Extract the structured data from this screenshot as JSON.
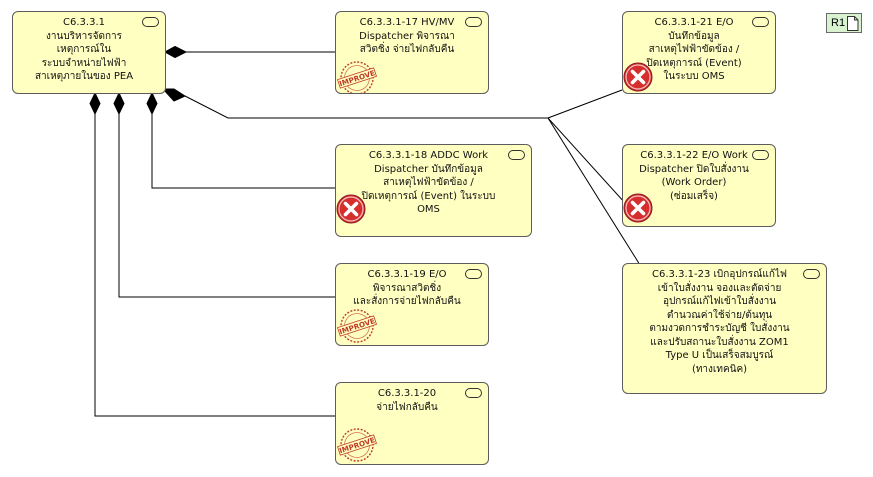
{
  "colors": {
    "node_fill": "#ffffc2",
    "node_border": "#5c5c5c",
    "connector": "#000000",
    "badge_fill": "#d9f2d0",
    "error_red": "#d62d2d",
    "stamp_red": "#c0392b"
  },
  "badge": {
    "label": "R1",
    "icon": "document-icon"
  },
  "nodes": {
    "root": {
      "lines": [
        "C6.3.3.1",
        "งานบริหารจัดการ",
        "เหตุการณ์ใน",
        "ระบบจำหน่ายไฟฟ้า",
        "สาเหตุภายในของ PEA"
      ]
    },
    "n17": {
      "lines": [
        "C6.3.3.1-17 HV/MV",
        "Dispatcher พิจารณา",
        "สวิตชิ่ง จ่ายไฟกลับคืน"
      ],
      "marker": "improve-stamp"
    },
    "n18": {
      "lines": [
        "C6.3.3.1-18 ADDC Work",
        "Dispatcher บันทึกข้อมูล",
        "สาเหตุไฟฟ้าขัดข้อง /",
        "ปิดเหตุการณ์ (Event) ในระบบ",
        "OMS"
      ],
      "marker": "error-icon"
    },
    "n19": {
      "lines": [
        "C6.3.3.1-19 E/O",
        "พิจารณาสวิตชิ่ง",
        "และสั่งการจ่ายไฟกลับคืน"
      ],
      "marker": "improve-stamp"
    },
    "n20": {
      "lines": [
        "C6.3.3.1-20",
        "จ่ายไฟกลับคืน"
      ],
      "marker": "improve-stamp"
    },
    "n21": {
      "lines": [
        "C6.3.3.1-21 E/O",
        "บันทึกข้อมูล",
        "สาเหตุไฟฟ้าขัดข้อง /",
        "ปิดเหตุการณ์ (Event)",
        "ในระบบ OMS"
      ],
      "marker": "error-icon"
    },
    "n22": {
      "lines": [
        "C6.3.3.1-22 E/O Work",
        "Dispatcher ปิดใบสั่งงาน",
        "(Work Order)",
        "(ซ่อมเสร็จ)"
      ],
      "marker": "error-icon"
    },
    "n23": {
      "lines": [
        "C6.3.3.1-23 เบิกอุปกรณ์แก้ไฟ",
        "เข้าใบสั่งงาน จองและตัดจ่าย",
        "อุปกรณ์แก้ไฟเข้าใบสั่งงาน",
        "ตำนวณค่าใช้จ่าย/ต้นทุน",
        "ตามงวดการชำระบัญชี ใบสั่งงาน",
        "และปรับสถานะใบสั่งงาน ZOM1",
        "Type U เป็นเสร็จสมบูรณ์",
        "(ทางเทคนิค)"
      ]
    }
  },
  "stamp_text": "IMPROVE"
}
